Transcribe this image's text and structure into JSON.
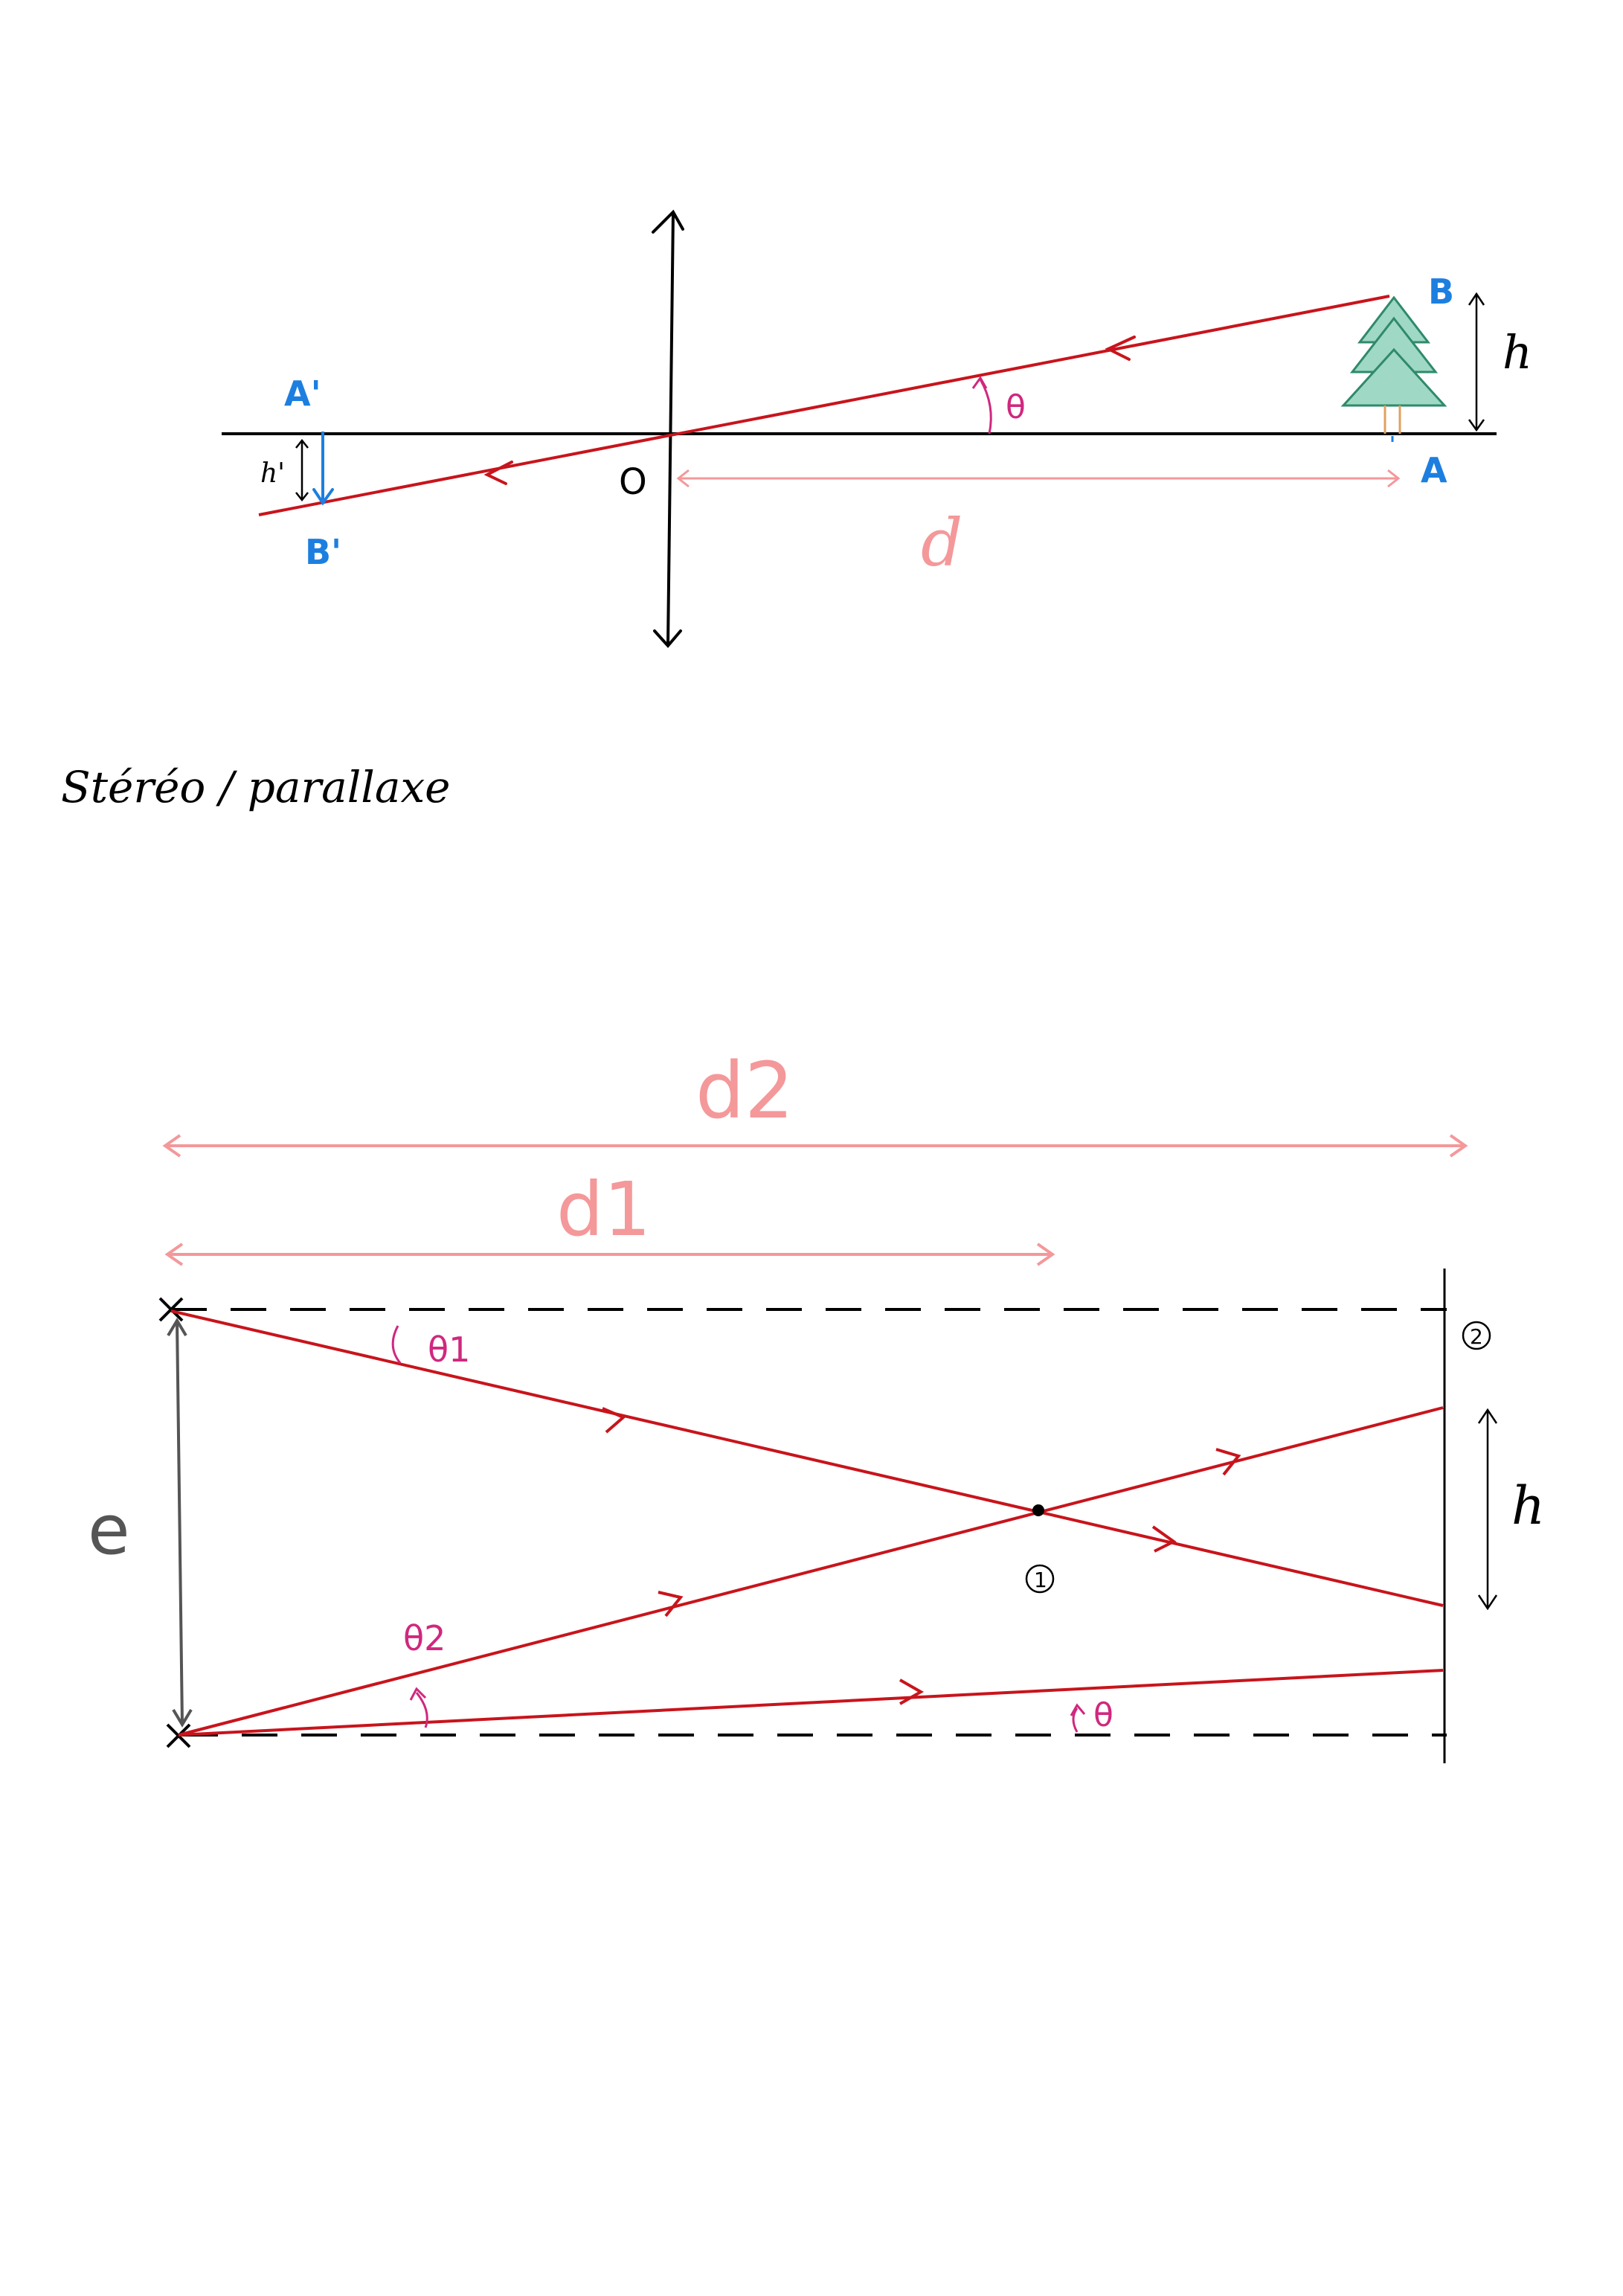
{
  "colors": {
    "ink": "#000000",
    "ray": "#c8141c",
    "point_label": "#1c7fe0",
    "distance": "#f4989a",
    "angle": "#d0287e",
    "tree_fill": "#9fd8c4",
    "tree_stroke": "#2f8a6a",
    "trunk": "#e0a060",
    "gray": "#555555"
  },
  "lens_diagram": {
    "lens_center_label": "O",
    "object_top_label": "B",
    "object_base_label": "A",
    "image_top_label": "B'",
    "image_base_label": "A'",
    "object_height_label": "h",
    "image_height_label": "h'",
    "distance_label": "d",
    "angle_label": "θ",
    "tree_icon": "tree-icon"
  },
  "section_title": "Stéréo / parallaxe",
  "parallax_diagram": {
    "distance_far_label": "d2",
    "distance_near_label": "d1",
    "baseline_label": "e",
    "angle1_label": "θ1",
    "angle2_label": "θ2",
    "angle_label": "θ",
    "near_point_label": "1",
    "far_plane_label": "2",
    "far_height_label": "h"
  }
}
